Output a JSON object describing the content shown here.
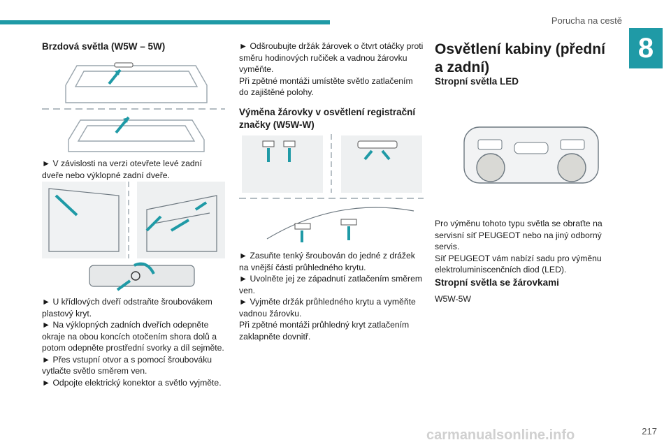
{
  "header": {
    "section_title": "Porucha na cestě",
    "chapter_number": "8",
    "accent_color": "#1f9aa6"
  },
  "column1": {
    "heading": "Brzdová světla (W5W – 5W)",
    "step1": "► V závislosti na verzi otevřete levé zadní dveře nebo výklopné zadní dveře.",
    "steps2": [
      "► U křídlových dveří odstraňte šroubovákem plastový kryt.",
      "► Na výklopných zadních dveřích odepněte okraje na obou koncích otočením shora dolů a potom odepněte prostřední svorky a díl sejměte.",
      "► Přes vstupní otvor a s pomocí šroubováku vytlačte světlo směrem ven.",
      "► Odpojte elektrický konektor a světlo vyjměte."
    ]
  },
  "column2": {
    "intro": [
      "► Odšroubujte držák žárovek o čtvrt otáčky proti směru hodinových ručiček a vadnou žárovku vyměňte.",
      "Při zpětné montáži umístěte světlo zatlačením do zajištěné polohy."
    ],
    "heading": "Výměna žárovky v osvětlení registrační značky (W5W-W)",
    "steps": [
      "► Zasuňte tenký šroubován do jedné z drážek na vnější části průhledného krytu.",
      "► Uvolněte jej ze západnutí zatlačením směrem ven.",
      "► Vyjměte držák průhledného krytu a vyměňte vadnou žárovku.",
      "Při zpětné montáži průhledný kryt zatlačením zaklapněte dovnitř."
    ]
  },
  "column3": {
    "heading": "Osvětlení kabiny (přední a zadní)",
    "sub1": "Stropní světla LED",
    "para1": [
      "Pro výměnu tohoto typu světla se obraťte na servisní síť PEUGEOT nebo na jiný odborný servis.",
      "Síť PEUGEOT vám nabízí sadu pro výměnu elektroluminiscenčních diod (LED)."
    ],
    "sub2": "Stropní světla se žárovkami",
    "bulb": "W5W-5W"
  },
  "footer": {
    "page_number": "217",
    "watermark": "carmanualsonline.info"
  }
}
